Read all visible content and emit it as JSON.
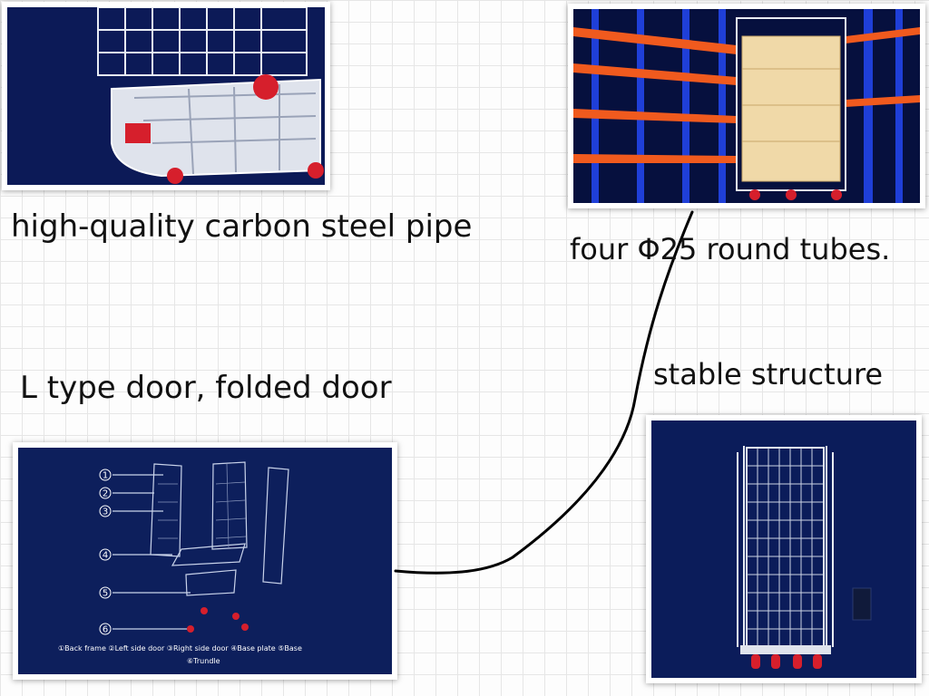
{
  "captions": {
    "pipe": "high-quality carbon steel pipe",
    "tubes": "four Φ25 round tubes.",
    "door": "L type door, folded door",
    "structure": "stable structure"
  },
  "diagram": {
    "numbers": [
      "1",
      "2",
      "3",
      "4",
      "5",
      "6"
    ],
    "legend_line1": "①Back frame ②Left side door ③Right side door ④Base plate ⑤Base",
    "legend_line2": "⑥Trundle"
  },
  "colors": {
    "photo_bg": "#0d1f5c",
    "rack_blue": "#1f3fd8",
    "rack_orange": "#f05a1e",
    "wheel_red": "#d61f2c",
    "box": "#f0d9a8"
  }
}
